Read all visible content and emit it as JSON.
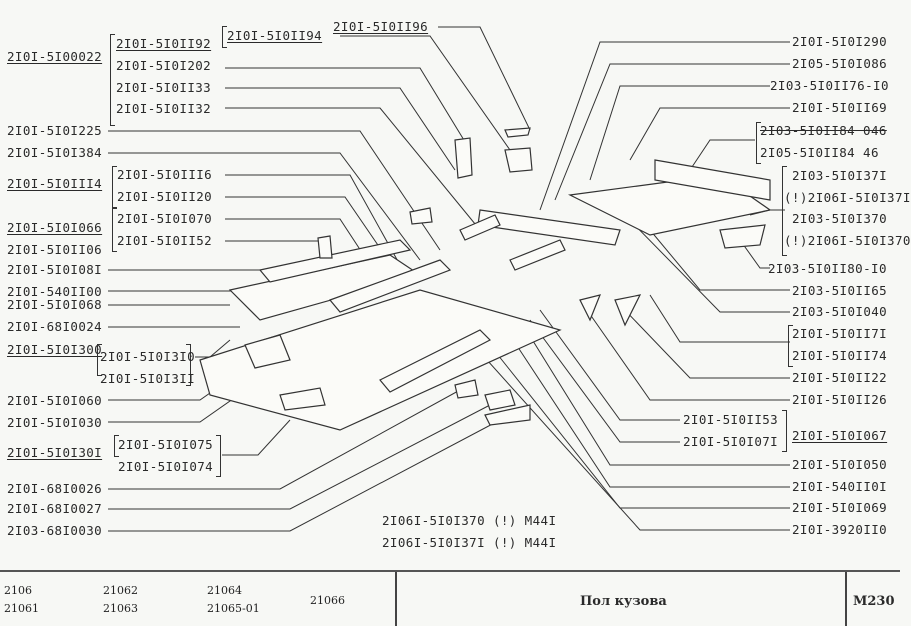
{
  "diagram": {
    "title": "Пол кузова",
    "code": "M230",
    "left_labels": [
      {
        "text": "2I0I-5I00022",
        "underlined": true
      },
      {
        "text": "2I0I-5I0I225"
      },
      {
        "text": "2I0I-5I0I384"
      },
      {
        "text": "2I0I-5I0III4",
        "underlined": true
      },
      {
        "text": "2I0I-5I0I066",
        "underlined": true
      },
      {
        "text": "2I0I-5I0II06"
      },
      {
        "text": "2I0I-5I0I08I"
      },
      {
        "text": "2I0I-540II00"
      },
      {
        "text": "2I0I-5I0I068"
      },
      {
        "text": "2I0I-68I0024"
      },
      {
        "text": "2I0I-5I0I300",
        "underlined": true
      },
      {
        "text": "2I0I-5I0I060"
      },
      {
        "text": "2I0I-5I0I030"
      },
      {
        "text": "2I0I-5I0I30I",
        "underlined": true
      },
      {
        "text": "2I0I-68I0026"
      },
      {
        "text": "2I0I-68I0027"
      },
      {
        "text": "2I03-68I0030"
      }
    ],
    "group_5100022": [
      "2I0I-5I0II92",
      "2I0I-5I0I202",
      "2I0I-5I0II33",
      "2I0I-5I0II32"
    ],
    "top_labels": [
      "2I0I-5I0II94",
      "2I0I-5I0II96"
    ],
    "group_51114": [
      "2I0I-5I0III6",
      "2I0I-5I0II20"
    ],
    "group_51066": [
      "2I0I-5I0I070",
      "2I0I-5I0II52"
    ],
    "group_51300": [
      "2I0I-5I0I3I0",
      "2I0I-5I0I3II"
    ],
    "group_51301": [
      "2I0I-5I0I075",
      "2I0I-5I0I074"
    ],
    "right_labels": [
      "2I0I-5I0I290",
      "2I05-5I0I086",
      "2I03-5I0II76-I0",
      "2I0I-5I0II69"
    ],
    "group_184": [
      "2I03-5I0II84 046",
      "2I05-5I0II84  46"
    ],
    "group_370": [
      "2I03-5I0I37I",
      "(!)2I06I-5I0I37I",
      "2I03-5I0I370",
      "(!)2I06I-5I0I370"
    ],
    "right_labels_2": [
      "2I03-5I0II80-I0",
      "2I03-5I0II65",
      "2I03-5I0I040"
    ],
    "group_171": [
      "2I0I-5I0II7I",
      "2I0I-5I0II74"
    ],
    "right_labels_3": [
      "2I0I-5I0II22",
      "2I0I-5I0II26"
    ],
    "group_067": [
      "2I0I-5I0II53",
      "2I0I-5I0I07I"
    ],
    "group_067_label": "2I0I-5I0I067",
    "right_labels_4": [
      "2I0I-5I0I050",
      "2I0I-540II0I",
      "2I0I-5I0I069",
      "2I0I-3920II0"
    ],
    "notes": [
      "2I06I-5I0I370 (!) M44I",
      "2I06I-5I0I37I (!) M44I"
    ]
  },
  "footer": {
    "models": [
      [
        "2106",
        "21061"
      ],
      [
        "21062",
        "21063"
      ],
      [
        "21064",
        "21065-01"
      ],
      [
        "21066"
      ]
    ]
  }
}
